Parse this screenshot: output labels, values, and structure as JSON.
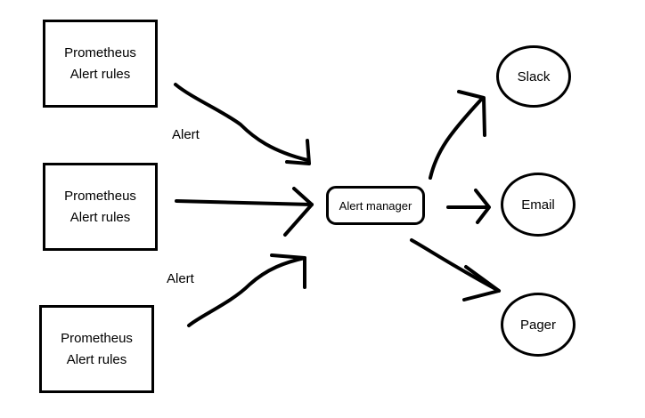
{
  "sources": [
    {
      "line1": "Prometheus",
      "line2": "Alert rules"
    },
    {
      "line1": "Prometheus",
      "line2": "Alert rules"
    },
    {
      "line1": "Prometheus",
      "line2": "Alert rules"
    }
  ],
  "edge_labels": [
    "Alert",
    "Alert"
  ],
  "manager": {
    "label": "Alert manager"
  },
  "receivers": [
    {
      "label": "Slack"
    },
    {
      "label": "Email"
    },
    {
      "label": "Pager"
    }
  ]
}
